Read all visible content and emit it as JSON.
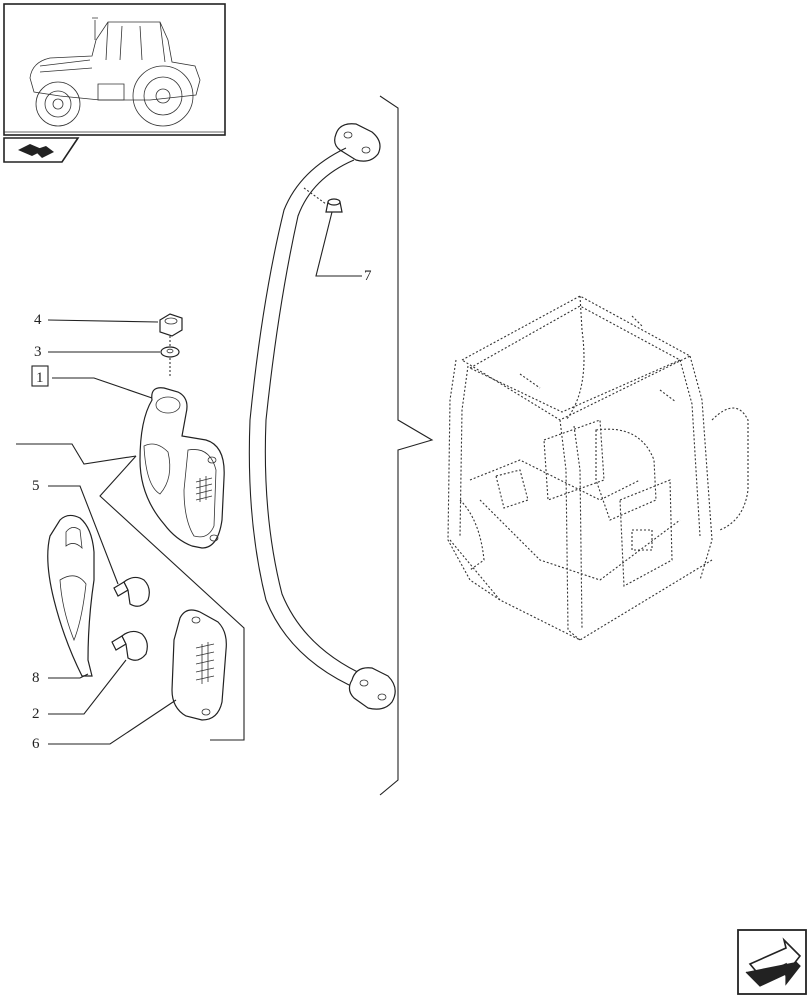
{
  "diagram": {
    "callouts": [
      {
        "id": "c1",
        "label": "1",
        "boxed": true
      },
      {
        "id": "c2",
        "label": "2"
      },
      {
        "id": "c3",
        "label": "3"
      },
      {
        "id": "c4",
        "label": "4"
      },
      {
        "id": "c5",
        "label": "5"
      },
      {
        "id": "c6",
        "label": "6"
      },
      {
        "id": "c7",
        "label": "7"
      },
      {
        "id": "c8",
        "label": "8"
      }
    ],
    "icons": {
      "thumbnail": "tractor-thumbnail-icon",
      "section": "section-book-icon",
      "next": "next-page-arrow-icon"
    },
    "colors": {
      "line": "#222222",
      "background": "#ffffff"
    }
  }
}
